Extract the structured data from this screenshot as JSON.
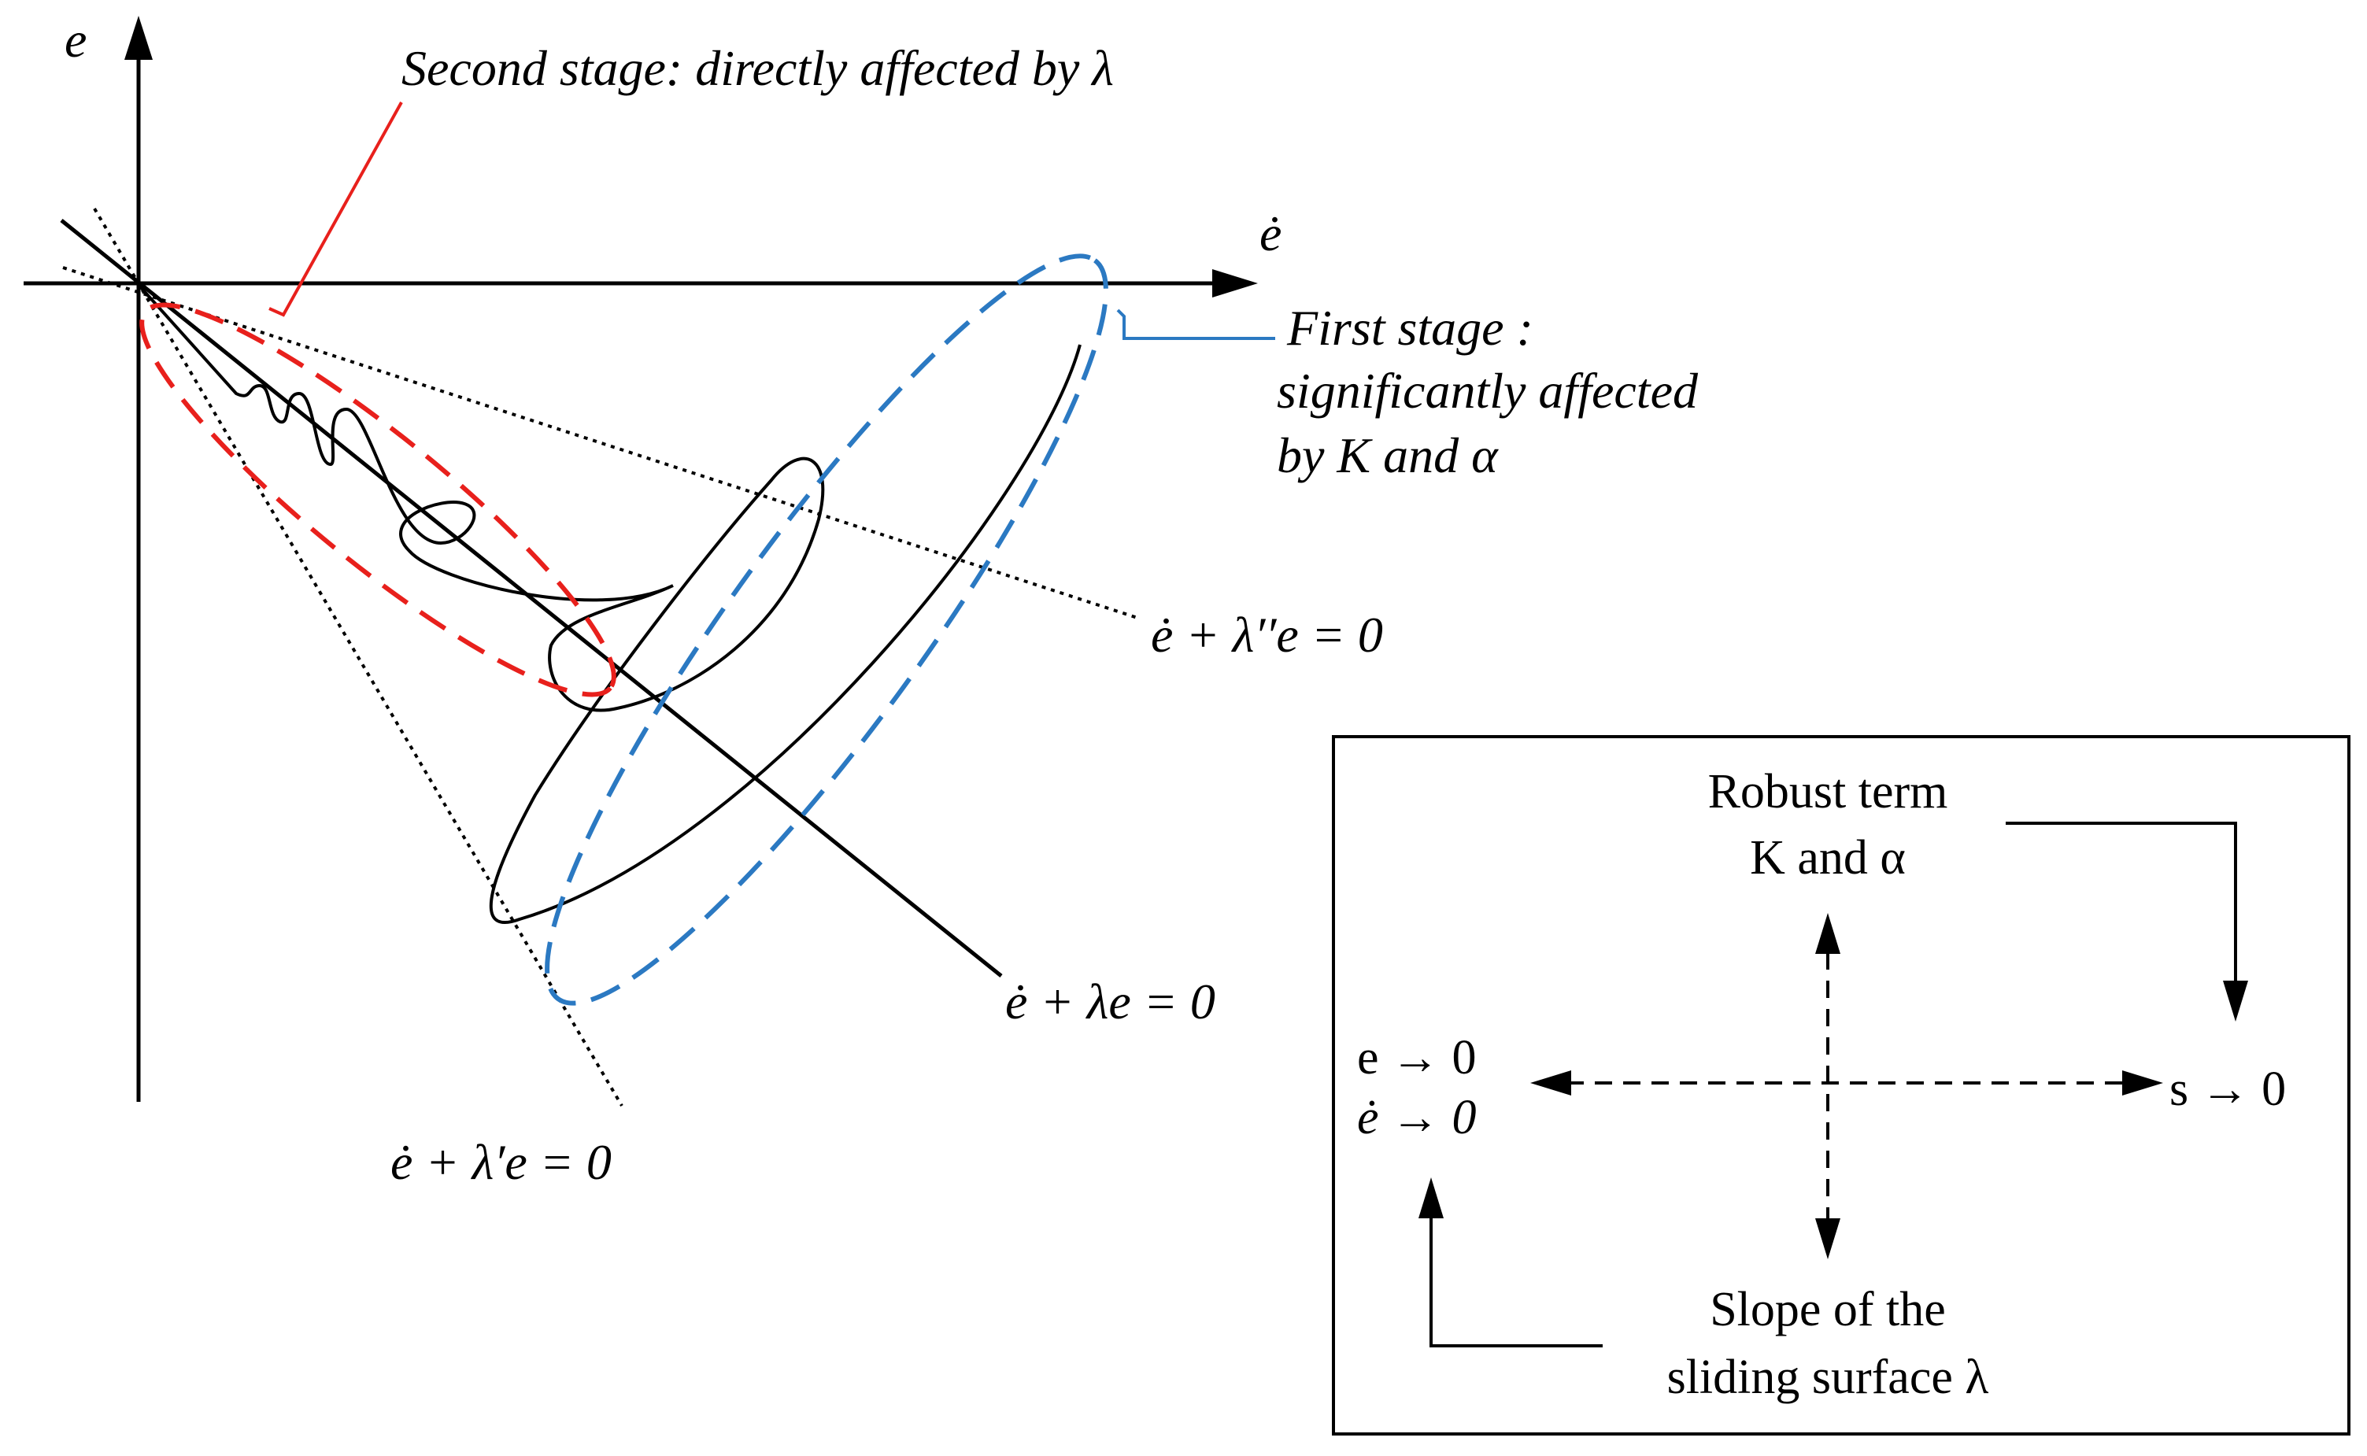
{
  "axes": {
    "vertical_label": "e",
    "horizontal_label": "ė"
  },
  "annotations": {
    "second_stage": "Second stage: directly affected by λ",
    "first_stage": [
      "First stage :",
      "significantly affected",
      "by K and α"
    ]
  },
  "lines": {
    "main": "ė + λe = 0",
    "lambda_prime": "ė + λ′e = 0",
    "lambda_double_prime": "ė + λ′′e = 0"
  },
  "legend_box": {
    "robust_term": [
      "Robust term",
      "K and α"
    ],
    "slope": [
      "Slope of the",
      "sliding surface λ"
    ],
    "left_condition": [
      "e → 0",
      "ė → 0"
    ],
    "right_condition": "s → 0"
  },
  "colors": {
    "red_ellipse": "#e8201c",
    "blue_ellipse": "#2b79c2",
    "ink": "#000000"
  }
}
